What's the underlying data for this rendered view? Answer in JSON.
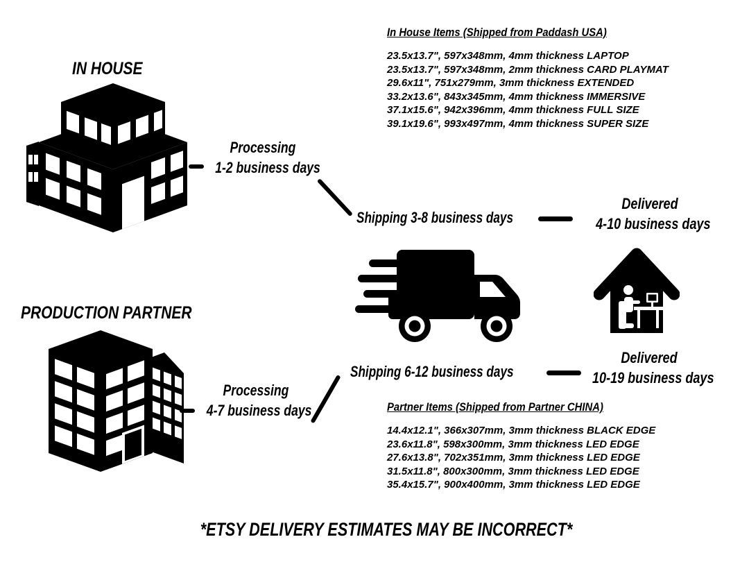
{
  "page": {
    "background": "#ffffff",
    "ink": "#000000"
  },
  "in_house_flow": {
    "heading": "IN HOUSE",
    "processing_label": "Processing",
    "processing_days": "1-2 business days",
    "shipping": "Shipping 3-8 business days",
    "delivered_label": "Delivered",
    "delivered_days": "4-10 business days"
  },
  "partner_flow": {
    "heading": "PRODUCTION PARTNER",
    "processing_label": "Processing",
    "processing_days": "4-7 business days",
    "shipping": "Shipping 6-12 business days",
    "delivered_label": "Delivered",
    "delivered_days": "10-19 business days"
  },
  "in_house_items": {
    "title": "In House Items (Shipped from Paddash USA)",
    "items": [
      "23.5x13.7\", 597x348mm, 4mm thickness LAPTOP",
      "23.5x13.7\", 597x348mm, 2mm thickness CARD PLAYMAT",
      "29.6x11\", 751x279mm, 3mm thickness EXTENDED",
      "33.2x13.6\", 843x345mm, 4mm thickness IMMERSIVE",
      "37.1x15.6\", 942x396mm, 4mm thickness FULL SIZE",
      "39.1x19.6\", 993x497mm, 4mm thickness SUPER SIZE"
    ]
  },
  "partner_items": {
    "title": "Partner Items (Shipped from Partner CHINA)",
    "items": [
      "14.4x12.1\", 366x307mm, 3mm thickness BLACK EDGE",
      "23.6x11.8\", 598x300mm, 3mm thickness LED EDGE",
      "27.6x13.8\", 702x351mm, 3mm thickness LED EDGE",
      "31.5x11.8\", 800x300mm, 3mm thickness LED EDGE",
      "35.4x15.7\", 900x400mm, 3mm thickness LED EDGE"
    ]
  },
  "footer": {
    "disclaimer": "*ETSY DELIVERY ESTIMATES MAY BE INCORRECT*"
  },
  "icons": {
    "in_house_building": "office-building-icon",
    "partner_building": "factory-building-icon",
    "truck": "shipping-truck-icon",
    "home": "home-delivery-icon"
  }
}
